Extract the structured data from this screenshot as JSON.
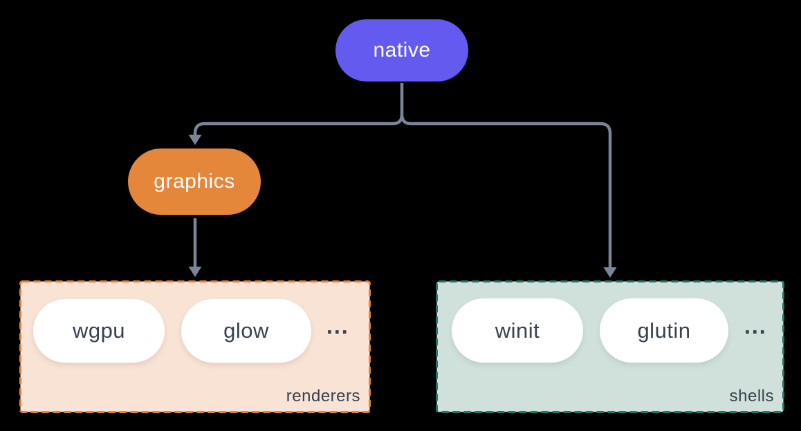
{
  "nodes": {
    "native": {
      "label": "native"
    },
    "graphics": {
      "label": "graphics"
    }
  },
  "groups": {
    "renderers": {
      "label": "renderers",
      "items": [
        "wgpu",
        "glow"
      ],
      "more": "..."
    },
    "shells": {
      "label": "shells",
      "items": [
        "winit",
        "glutin"
      ],
      "more": "..."
    }
  },
  "colors": {
    "background": "#000000",
    "native_fill": "#655AF0",
    "graphics_fill": "#E5873A",
    "node_text": "#FFFFFF",
    "pill_fill": "#FFFFFF",
    "pill_text": "#36424F",
    "renderers_fill": "#F9E3D5",
    "renderers_border": "#E5823B",
    "shells_fill": "#D0E1DC",
    "shells_border": "#1E7A6A",
    "connector": "#7A8697"
  }
}
